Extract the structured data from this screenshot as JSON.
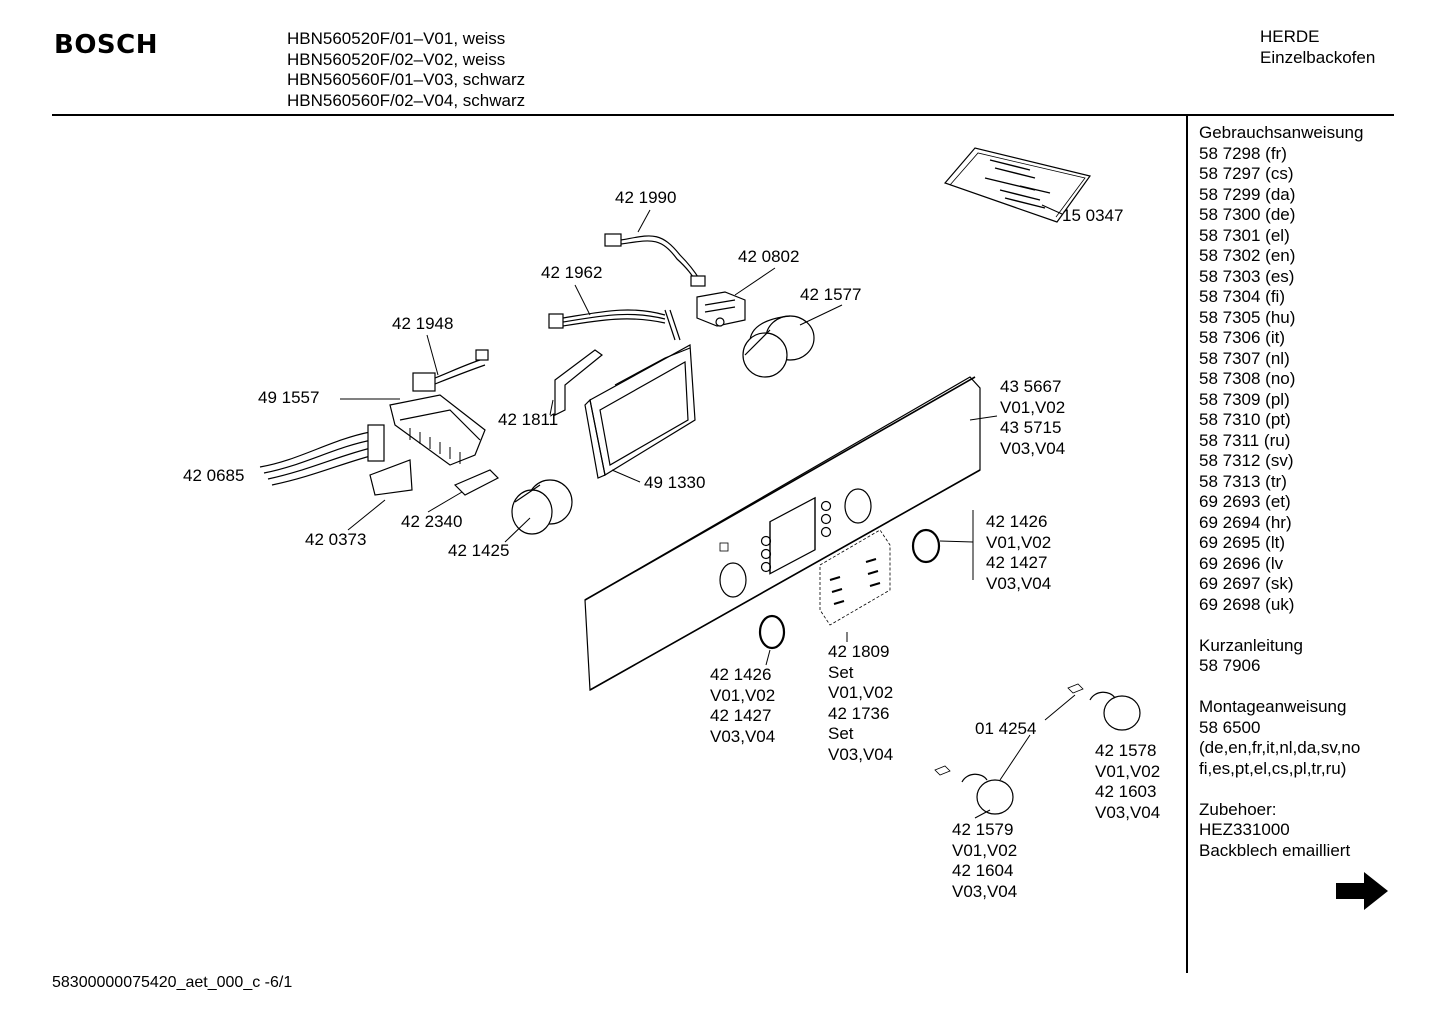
{
  "header": {
    "brand": "BOSCH",
    "models": [
      "HBN560520F/01–V01, weiss",
      "HBN560520F/02–V02, weiss",
      "HBN560560F/01–V03, schwarz",
      "HBN560560F/02–V04, schwarz"
    ],
    "category": [
      "HERDE",
      "Einzelbackofen"
    ]
  },
  "sidebar": {
    "manual_title": "Gebrauchsanweisung",
    "manuals": [
      "58 7298 (fr)",
      "58 7297 (cs)",
      "58 7299 (da)",
      "58 7300 (de)",
      "58 7301 (el)",
      "58 7302 (en)",
      "58 7303 (es)",
      "58 7304 (fi)",
      "58 7305 (hu)",
      "58 7306 (it)",
      "58 7307 (nl)",
      "58 7308 (no)",
      "58 7309 (pl)",
      "58 7310 (pt)",
      "58 7311 (ru)",
      "58 7312 (sv)",
      "58 7313 (tr)",
      "69 2693 (et)",
      "69 2694 (hr)",
      "69 2695 (lt)",
      "69 2696 (lv",
      "69 2697 (sk)",
      "69 2698 (uk)"
    ],
    "short_title": "Kurzanleitung",
    "short_number": "58 7906",
    "install_title": "Montageanweisung",
    "install_number": "58 6500",
    "install_langs_1": "(de,en,fr,it,nl,da,sv,no",
    "install_langs_2": "fi,es,pt,el,cs,pl,tr,ru)",
    "accessory_title": "Zubehoer:",
    "accessory_number": "HEZ331000",
    "accessory_name": "Backblech emailliert",
    "next_icon": "arrow-right-icon"
  },
  "callouts": {
    "p150347": [
      "15 0347"
    ],
    "p421990": [
      "42 1990"
    ],
    "p420802": [
      "42 0802"
    ],
    "p421962": [
      "42 1962"
    ],
    "p421577": [
      "42 1577"
    ],
    "p421948": [
      "42 1948"
    ],
    "p491557": [
      "49 1557"
    ],
    "p421811": [
      "42 1811"
    ],
    "p420685": [
      "42 0685"
    ],
    "p491330": [
      "49 1330"
    ],
    "p435667": [
      "43 5667",
      "V01,V02",
      "43 5715",
      "V03,V04"
    ],
    "p422340": [
      "42 2340"
    ],
    "p420373": [
      "42 0373"
    ],
    "p421425": [
      "42 1425"
    ],
    "p421426r": [
      "42 1426",
      "V01,V02",
      "42 1427",
      "V03,V04"
    ],
    "p421809": [
      "42 1809",
      "Set",
      "V01,V02",
      "42 1736",
      "Set",
      "V03,V04"
    ],
    "p421426l": [
      "42 1426",
      "V01,V02",
      "42 1427",
      "V03,V04"
    ],
    "p014254": [
      "01 4254"
    ],
    "p421578": [
      "42 1578",
      "V01,V02",
      "42 1603",
      "V03,V04"
    ],
    "p421579": [
      "42 1579",
      "V01,V02",
      "42 1604",
      "V03,V04"
    ]
  },
  "footer": "58300000075420_aet_000_c -6/1"
}
